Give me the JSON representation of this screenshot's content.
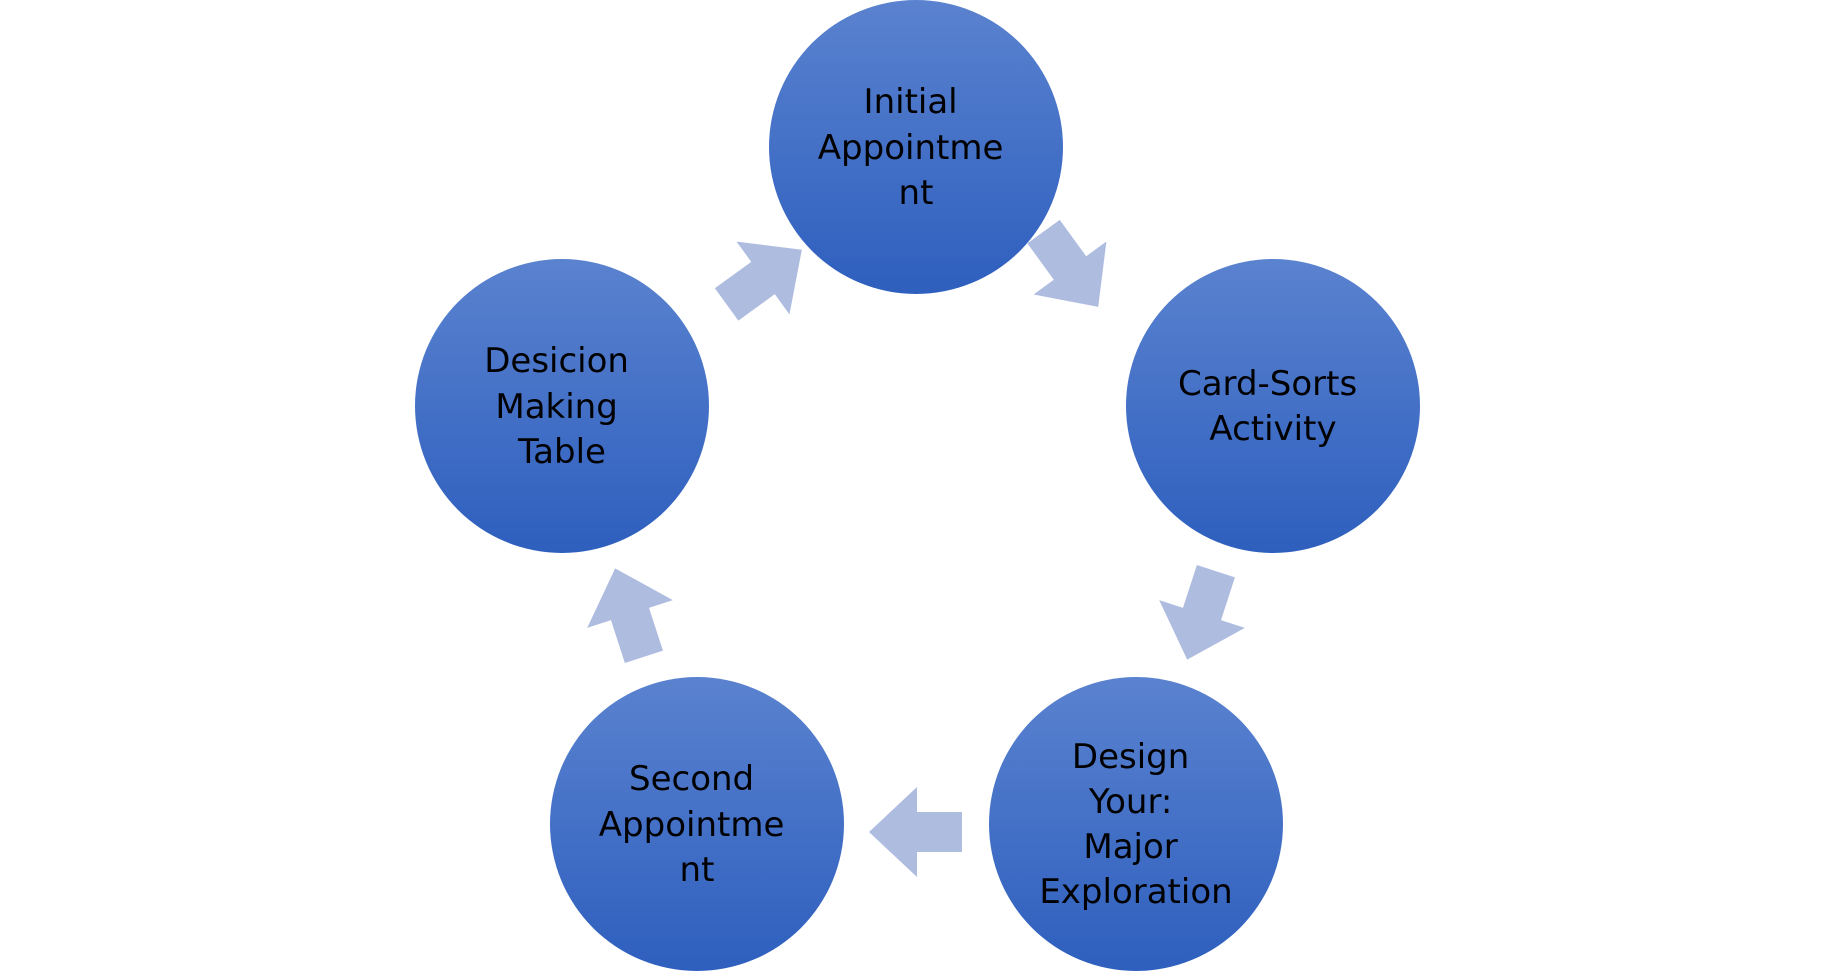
{
  "diagram": {
    "colors": {
      "node_gradient_top": "#5A82CF",
      "node_gradient_bottom": "#2E5FBE",
      "node_stroke": "#2C56A8",
      "arrow_fill": "#AEBCE0",
      "background": "#FFFFFF"
    },
    "nodes": [
      {
        "id": "initial-appointment",
        "lines": [
          "Initial",
          "Appointme",
          "nt"
        ]
      },
      {
        "id": "card-sorts-activity",
        "lines": [
          "Card-Sorts",
          "Activity"
        ]
      },
      {
        "id": "design-your-major-exploration",
        "lines": [
          "Design",
          "Your:",
          "Major",
          "Exploration"
        ]
      },
      {
        "id": "second-appointment",
        "lines": [
          "Second",
          "Appointme",
          "nt"
        ]
      },
      {
        "id": "desicion-making-table",
        "lines": [
          "Desicion",
          "Making",
          "Table"
        ]
      }
    ],
    "connections": [
      {
        "from": "initial-appointment",
        "to": "card-sorts-activity"
      },
      {
        "from": "card-sorts-activity",
        "to": "design-your-major-exploration"
      },
      {
        "from": "design-your-major-exploration",
        "to": "second-appointment"
      },
      {
        "from": "second-appointment",
        "to": "desicion-making-table"
      },
      {
        "from": "desicion-making-table",
        "to": "initial-appointment"
      }
    ]
  }
}
